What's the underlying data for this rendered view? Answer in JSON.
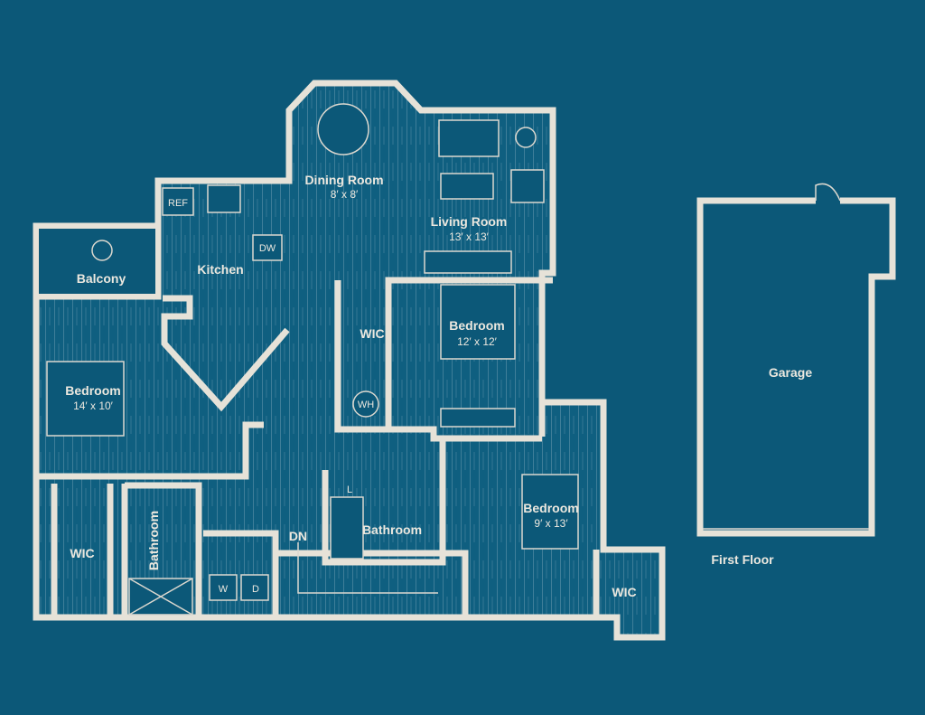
{
  "colors": {
    "background": "#0c5878",
    "walls": "#e6e2d8"
  },
  "rooms": {
    "dining": {
      "name": "Dining Room",
      "size": "8′ x 8′"
    },
    "living": {
      "name": "Living Room",
      "size": "13′ x 13′"
    },
    "kitchen": {
      "name": "Kitchen",
      "ref": "REF",
      "dw": "DW"
    },
    "balcony": {
      "name": "Balcony"
    },
    "wic_master": {
      "name": "WIC"
    },
    "bedroom_master": {
      "name": "Bedroom",
      "size": "12′ x 12′"
    },
    "water_heater": {
      "name": "WH"
    },
    "bedroom_left": {
      "name": "Bedroom",
      "size": "14′ x 10′"
    },
    "wic_left": {
      "name": "WIC"
    },
    "bathroom_left": {
      "name": "Bathroom"
    },
    "laundry": {
      "washer": "W",
      "dryer": "D"
    },
    "stairs": {
      "label": "DN"
    },
    "linen": {
      "label": "L"
    },
    "bathroom_center": {
      "name": "Bathroom"
    },
    "bedroom_right": {
      "name": "Bedroom",
      "size": "9′ x 13′"
    },
    "wic_right": {
      "name": "WIC"
    },
    "garage": {
      "name": "Garage"
    }
  },
  "floor_label": "First Floor"
}
